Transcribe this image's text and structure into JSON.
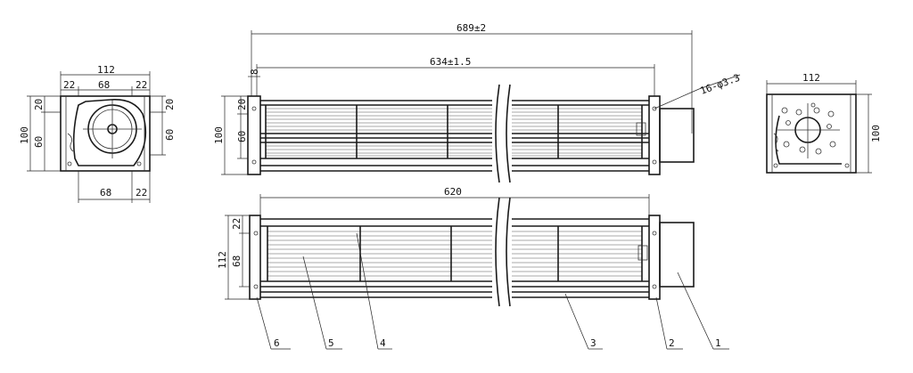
{
  "dimensions": {
    "left_view": {
      "width_total": "112",
      "left_off": "22",
      "center": "68",
      "right_off": "22",
      "h20_left": "20",
      "h60_left": "60",
      "h100": "100",
      "h20_right": "20",
      "h60_right": "60",
      "bottom_68": "68",
      "bottom_22": "22"
    },
    "top_view": {
      "overall": "689±2",
      "mount": "634±1.5",
      "small": "8",
      "holes": "16-φ3.3",
      "h100": "100",
      "h20": "20",
      "h60": "60"
    },
    "right_view": {
      "width": "112",
      "height": "100"
    },
    "bottom_view": {
      "length": "620",
      "h112": "112",
      "h22": "22",
      "h68": "68"
    }
  },
  "callouts": [
    "6",
    "5",
    "4",
    "3",
    "2",
    "1"
  ]
}
